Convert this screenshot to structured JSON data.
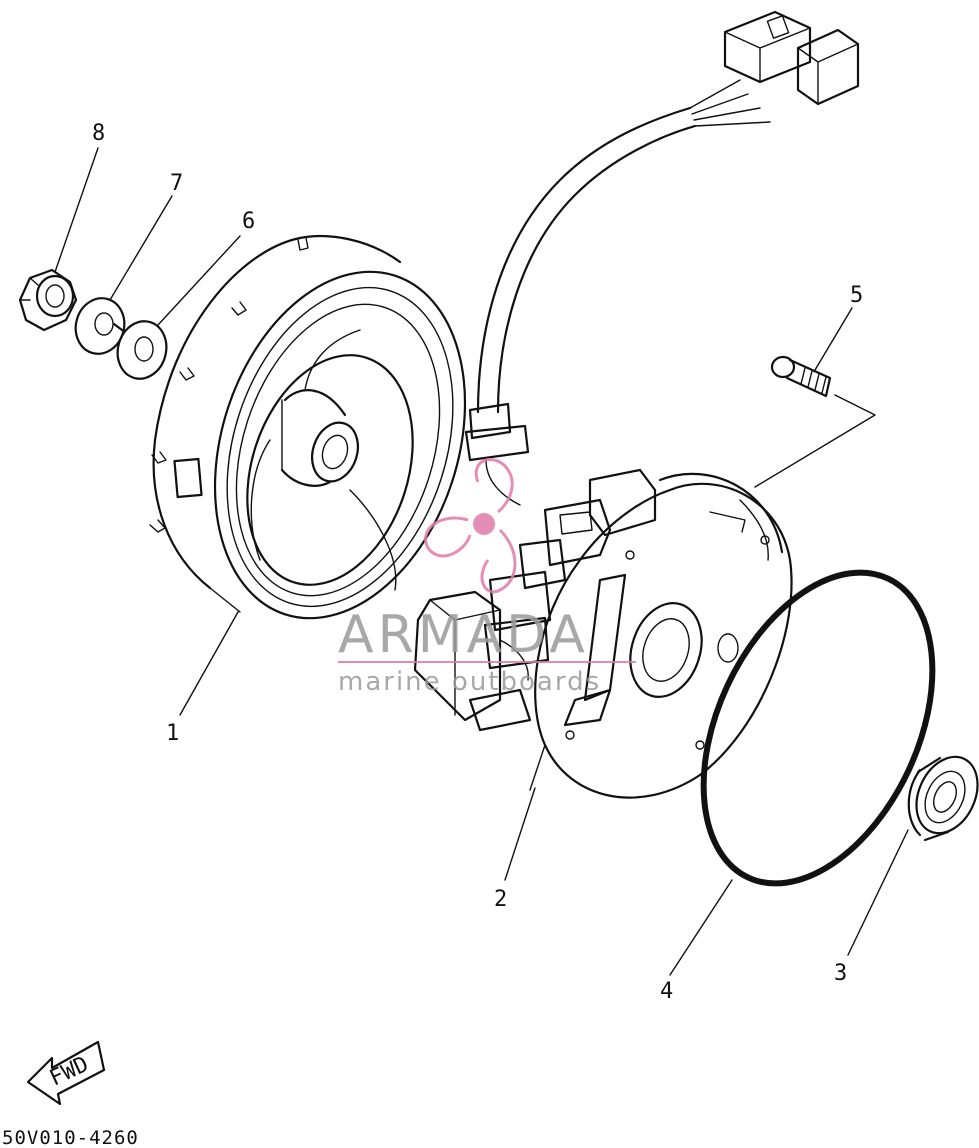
{
  "diagram": {
    "part_code": "50V010-4260",
    "direction_label": "FWD",
    "callouts": [
      {
        "id": "1",
        "label": "1"
      },
      {
        "id": "2",
        "label": "2"
      },
      {
        "id": "3",
        "label": "3"
      },
      {
        "id": "4",
        "label": "4"
      },
      {
        "id": "5",
        "label": "5"
      },
      {
        "id": "6",
        "label": "6"
      },
      {
        "id": "7",
        "label": "7"
      },
      {
        "id": "8",
        "label": "8"
      }
    ]
  },
  "watermark": {
    "brand": "ARMADA",
    "tagline": "marine outboards",
    "accent_color": "#e07aa8",
    "text_color": "#9a9a9a"
  }
}
